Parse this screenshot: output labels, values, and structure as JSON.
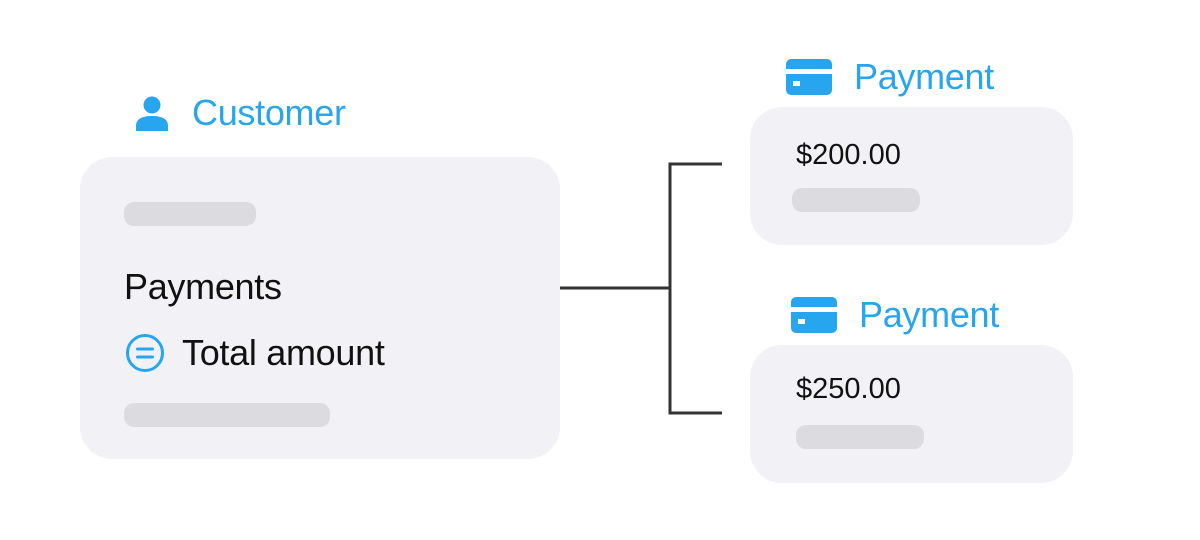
{
  "colors": {
    "accent": "#27a5ef",
    "card": "#f2f2f6",
    "placeholder": "#dcdbe0",
    "line": "#333333",
    "text": "#111111"
  },
  "customer": {
    "title": "Customer",
    "icon": "person-icon",
    "fields": {
      "payments": "Payments",
      "total_amount": "Total amount",
      "total_icon": "equals-circle-icon"
    }
  },
  "payments": [
    {
      "title": "Payment",
      "icon": "credit-card-icon",
      "amount": "$200.00"
    },
    {
      "title": "Payment",
      "icon": "credit-card-icon",
      "amount": "$250.00"
    }
  ]
}
